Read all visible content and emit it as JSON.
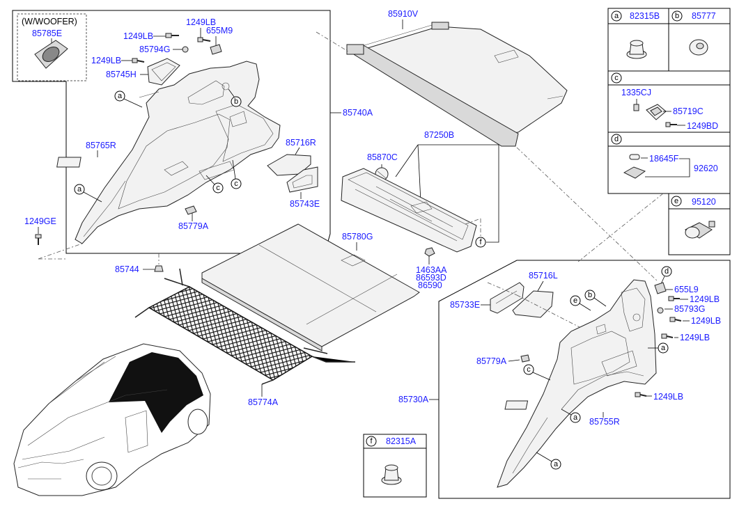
{
  "diagram": {
    "title": "",
    "labels": {
      "woofer_note": "(W/WOOFER)",
      "p85785E": "85785E",
      "p1249LB_a": "1249LB",
      "p1249LB_b": "1249LB",
      "p1249LB_c": "1249LB",
      "p655M9": "655M9",
      "p85794G": "85794G",
      "p85745H": "85745H",
      "p85765R": "85765R",
      "p85716R": "85716R",
      "p85743E": "85743E",
      "p85779A_l": "85779A",
      "p85740A": "85740A",
      "p1249GE": "1249GE",
      "p85744": "85744",
      "p85910V": "85910V",
      "p87250B": "87250B",
      "p85870C": "85870C",
      "p85780G": "85780G",
      "p1463AA": "1463AA",
      "p86593D": "86593D",
      "p86590": "86590",
      "p85774A": "85774A",
      "p82315B": "82315B",
      "p85777": "85777",
      "p1335CJ": "1335CJ",
      "p85719C": "85719C",
      "p1249BD": "1249BD",
      "p18645F": "18645F",
      "p92620": "92620",
      "p95120": "95120",
      "p85716L": "85716L",
      "p85733E": "85733E",
      "p655L9": "655L9",
      "p1249LB_r1": "1249LB",
      "p85793G": "85793G",
      "p1249LB_r2": "1249LB",
      "p1249LB_r3": "1249LB",
      "p85779A_r": "85779A",
      "p85730A": "85730A",
      "p1249LB_r4": "1249LB",
      "p85755R": "85755R",
      "p82315A": "82315A"
    },
    "refs": {
      "a": "a",
      "b": "b",
      "c": "c",
      "d": "d",
      "e": "e",
      "f": "f"
    }
  },
  "colors": {
    "part_number": "#1a1aff",
    "line": "#000000"
  }
}
